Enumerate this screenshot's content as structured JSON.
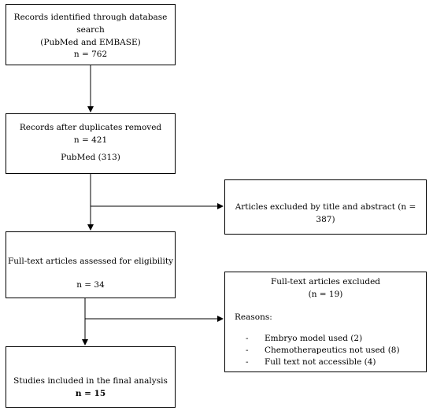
{
  "identified": {
    "line1": "Records identified through database search",
    "line2": "(PubMed and EMBASE)",
    "count": "n = 762"
  },
  "deduplicated": {
    "line1": "Records after duplicates removed",
    "count": "n = 421",
    "source": "PubMed (313)"
  },
  "excluded_title": {
    "text": "Articles excluded by title and abstract (n = 387)"
  },
  "assessed": {
    "text": "Full-text articles assessed for eligibility",
    "count": "n = 34"
  },
  "excluded_fulltext": {
    "title": "Full-text articles excluded",
    "count": "(n = 19)",
    "reasons_label": "Reasons:",
    "reasons": [
      {
        "dash": "-",
        "text": "Embryo model used (2)"
      },
      {
        "dash": "-",
        "text": "Chemotherapeutics not used (8)"
      },
      {
        "dash": "-",
        "text": "Full text not accessible (4)"
      }
    ]
  },
  "included": {
    "text": "Studies included in the final analysis",
    "count": "n = 15"
  }
}
